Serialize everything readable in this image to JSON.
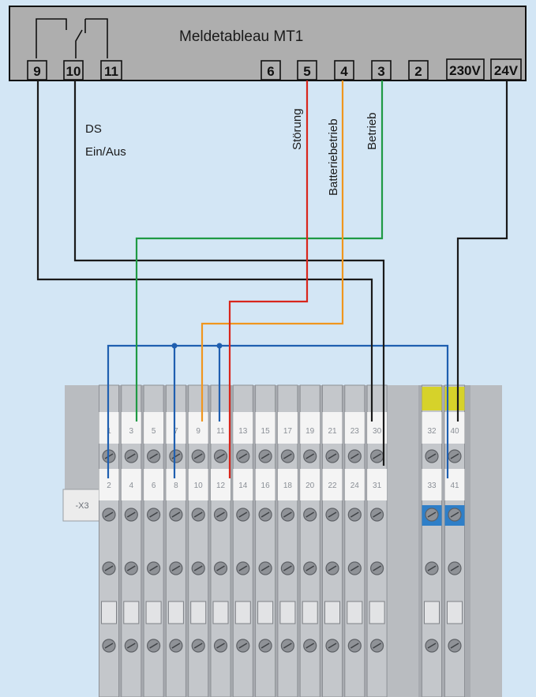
{
  "panel": {
    "title": "Meldetableau MT1",
    "terminals": [
      "9",
      "10",
      "11",
      "6",
      "5",
      "4",
      "3",
      "2",
      "230V",
      "24V"
    ]
  },
  "wire_labels": {
    "ds_line1": "DS",
    "ds_line2": "Ein/Aus",
    "stoerung": "Störung",
    "batteriebetrieb": "Batteriebetrieb",
    "betrieb": "Betrieb"
  },
  "terminal_block": {
    "label": "-X3",
    "top_row": [
      "1",
      "3",
      "5",
      "7",
      "9",
      "11",
      "13",
      "15",
      "17",
      "19",
      "21",
      "23",
      "30",
      "32",
      "40"
    ],
    "bottom_row": [
      "2",
      "4",
      "6",
      "8",
      "10",
      "12",
      "14",
      "16",
      "18",
      "20",
      "22",
      "24",
      "31",
      "33",
      "41"
    ]
  },
  "colors": {
    "background": "#d3e6f5",
    "panel": "#aeaeae",
    "wire_black": "#1a1a1a",
    "wire_red": "#d8261c",
    "wire_orange": "#f0961e",
    "wire_green": "#1f9a44",
    "wire_blue": "#1f5fb0",
    "terminal_yellow": "#d6d22a",
    "terminal_blue": "#2f7fc8"
  }
}
